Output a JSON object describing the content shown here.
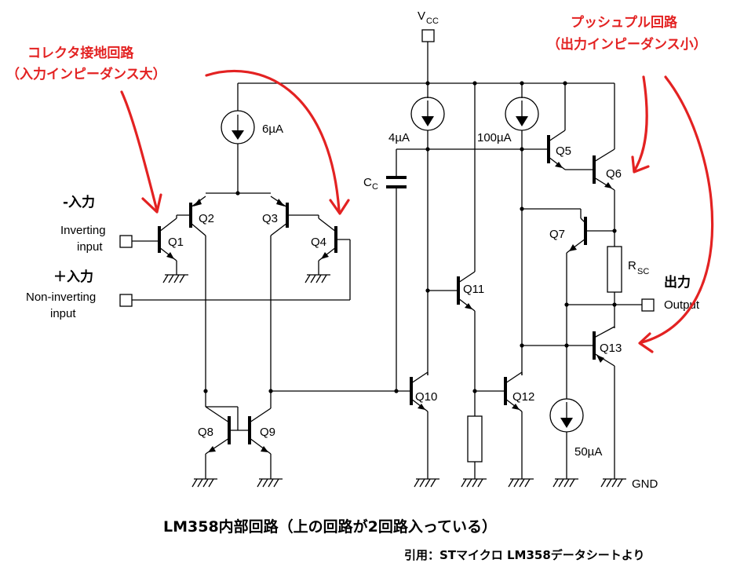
{
  "supply": {
    "vcc": "V",
    "vcc_sub": "CC",
    "gnd": "GND"
  },
  "transistors": {
    "q1": "Q1",
    "q2": "Q2",
    "q3": "Q3",
    "q4": "Q4",
    "q5": "Q5",
    "q6": "Q6",
    "q7": "Q7",
    "q8": "Q8",
    "q9": "Q9",
    "q10": "Q10",
    "q11": "Q11",
    "q12": "Q12",
    "q13": "Q13"
  },
  "sources": {
    "s6ua": "6µA",
    "s4ua": "4µA",
    "s100ua": "100µA",
    "s50ua": "50µA"
  },
  "components": {
    "cc": "C",
    "cc_sub": "C",
    "rsc": "R",
    "rsc_sub": "SC"
  },
  "inputs": {
    "inv_jp": "-入力",
    "inv_line1": "Inverting",
    "inv_line2": "input",
    "noninv_jp": "＋入力",
    "noninv_line1": "Non-inverting",
    "noninv_line2": "input"
  },
  "output": {
    "jp": "出力",
    "en": "Output"
  },
  "annotations": {
    "collector_line1": "コレクタ接地回路",
    "collector_line2": "（入力インピーダンス大）",
    "pushpull_line1": "プッシュプル回路",
    "pushpull_line2": "（出力インピーダンス小）"
  },
  "caption": {
    "title": "LM358内部回路（上の回路が2回路入っている）",
    "citation": "引用：STマイクロ LM358データシートより"
  },
  "colors": {
    "annotation": "#e32222",
    "wire": "#000000",
    "background": "#ffffff"
  }
}
